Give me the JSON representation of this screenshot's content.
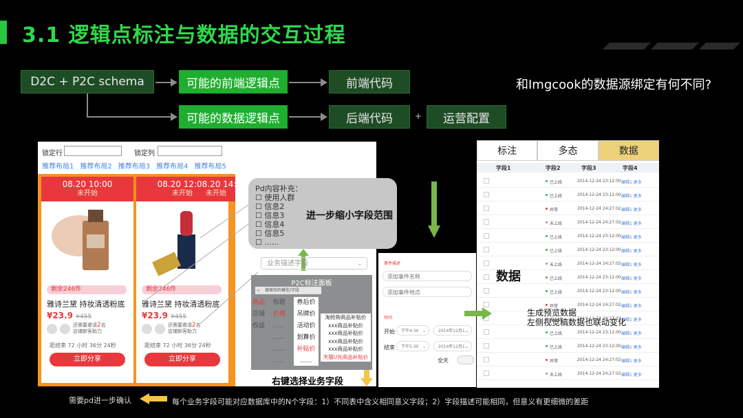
{
  "title": "3.1 逻辑点标注与数据的交互过程",
  "flow": {
    "source": "D2C + P2C schema",
    "frontend_logic": "可能的前端逻辑点",
    "frontend_code": "前端代码",
    "data_logic": "可能的数据逻辑点",
    "backend_code": "后端代码",
    "plus": "+",
    "ops_config": "运营配置"
  },
  "question": "和Imgcook的数据源绑定有何不同?",
  "left_panel": {
    "lock_row": "锁定行",
    "lock_col": "锁定列",
    "tabs": [
      "推荐布局1",
      "推荐布局2",
      "推荐布局3",
      "推荐布局4",
      "推荐布局5"
    ],
    "cards": [
      {
        "time": "08.20 10:00",
        "status": "未开始",
        "remain": "剩余246件",
        "name": "雅诗兰黛 持妆清透粉底",
        "price": "¥23.9",
        "old_price": "¥455",
        "invite_a": "还需要邀请",
        "invite_num": "2",
        "invite_b": "名",
        "invite_c": "店铺新客助力"
      },
      {
        "time": "08.20 12:00",
        "status": "未开始",
        "remain": "剩余246件",
        "name": "雅诗兰黛 持妆清透粉底",
        "price": "¥23.9",
        "old_price": "¥455",
        "invite_a": "还需要邀请",
        "invite_num": "2",
        "invite_b": "名",
        "invite_c": "店铺新客助力"
      }
    ],
    "third_time": "08.20 14:00",
    "third_status": "未开始",
    "countdown": "距结束 72 小时 36分 24秒",
    "share": "立即分享",
    "pd_title": "Pd内容补充：",
    "pd_items": [
      "使用人群",
      "信息2",
      "信息3",
      "信息4",
      "信息5",
      "......"
    ],
    "narrow": "进一步缩小字段范围",
    "biz_placeholder": "业务描述字段",
    "p2c_title": "P2C标注面板",
    "p2c_search": "搜索你的模型/字段",
    "p2c_col1": [
      "商品",
      "店铺",
      "权益"
    ],
    "p2c_col2": [
      "标题",
      "价格",
      "......",
      "......",
      "......",
      "......"
    ],
    "p2c_col3": [
      "券后价",
      "吊牌价",
      "活动价",
      "划算价",
      "补贴价",
      "......"
    ],
    "p2c_list": [
      "淘抢购商品补贴价",
      "xxx商品补贴价",
      "xxx商品补贴价",
      "xxx商品补贴价",
      "xxx商品补贴价",
      "天猫U先商品补贴价"
    ],
    "rightclick": "右键选择业务字段"
  },
  "mid_form": {
    "event_title": "事件描述",
    "event_name": "添加事件名称",
    "event_place": "添加事件地点",
    "time_label": "时间",
    "start": "开始",
    "start_time": "下午4:30",
    "start_date": "2014年12月1...",
    "end": "结束",
    "end_time": "下午5:30",
    "end_date": "2014年12月1...",
    "allday": "全天"
  },
  "right_panel": {
    "tabs": [
      "标注",
      "多态",
      "数据"
    ],
    "headers": [
      "字段1",
      "字段2",
      "字段3",
      "字段4"
    ],
    "rows": [
      {
        "c2": "已上线",
        "c3": "2014-12-24 23:12:00",
        "c4": "编辑1  更多"
      },
      {
        "c2": "已上线",
        "c3": "2014-12-24 23:12:00",
        "c4": "编辑1  更多"
      },
      {
        "c2": "异常",
        "c3": "2014-12-24 24:27:02",
        "c4": "编辑1  更多"
      },
      {
        "c2": "未上线",
        "c3": "2014-12-24 24:27:02",
        "c4": "编辑1  更多"
      },
      {
        "c2": "已上线",
        "c3": "2014-12-24 23:12:00",
        "c4": "编辑1  更多"
      },
      {
        "c2": "已上线",
        "c3": "2014-12-24 23:12:00",
        "c4": "编辑1  更多"
      },
      {
        "c2": "未上线",
        "c3": "2014-12-24 24:27:02",
        "c4": "编辑1  更多"
      },
      {
        "c2": "已上线",
        "c3": "2014-12-24 23:12:00",
        "c4": "编辑1  更多"
      },
      {
        "c2": "已上线",
        "c3": "2014-12-24 23:12:00",
        "c4": "编辑1  更多"
      },
      {
        "c2": "异常",
        "c3": "2014-12-24 24:27:02",
        "c4": "编辑1  更多"
      },
      {
        "c2": "未上线",
        "c3": "2014-12-24 24:27:02",
        "c4": "编辑1  更多"
      },
      {
        "c2": "已上线",
        "c3": "2014-12-24 23:12:00",
        "c4": "编辑1  更多"
      },
      {
        "c2": "已上线",
        "c3": "2014-12-24 23:12:00",
        "c4": "编辑1  更多"
      },
      {
        "c2": "异常",
        "c3": "2014-12-24 24:27:02",
        "c4": "编辑1  更多"
      },
      {
        "c2": "未上线",
        "c3": "2014-12-24 24:27:02",
        "c4": "编辑1  更多"
      }
    ],
    "big_label": "数据",
    "preview_a": "生成预览数据",
    "preview_b": "左侧视觉稿数据也联动变化"
  },
  "bottom_left": "需要pd进一步确认",
  "bottom_note": "每个业务字段可能对应数据库中的N个字段：1）不同表中含义相同意义字段；2）字段描述可能相同，但意义有更细微的差距",
  "colors": {
    "accent": "#2fd84a",
    "box_dark": "#1e4d25",
    "box_bright": "#1fae2f",
    "card_red": "#e8383d",
    "card_frame": "#f7931e"
  }
}
